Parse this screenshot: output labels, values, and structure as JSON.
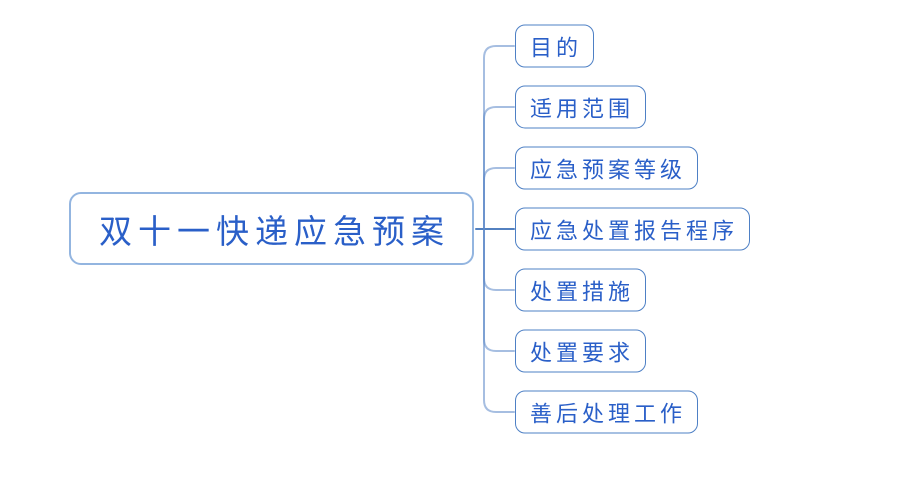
{
  "mindmap": {
    "root": {
      "label": "双十一快递应急预案"
    },
    "children": [
      {
        "label": "目的"
      },
      {
        "label": "适用范围"
      },
      {
        "label": "应急预案等级"
      },
      {
        "label": "应急处置报告程序"
      },
      {
        "label": "处置措施"
      },
      {
        "label": "处置要求"
      },
      {
        "label": "善后处理工作"
      }
    ],
    "colors": {
      "background": "#ffffff",
      "root_border": "#93b5e0",
      "subtopic_border": "#4e80c5",
      "connector_line": "#5c89c9",
      "text": "#2a5fc8"
    }
  }
}
